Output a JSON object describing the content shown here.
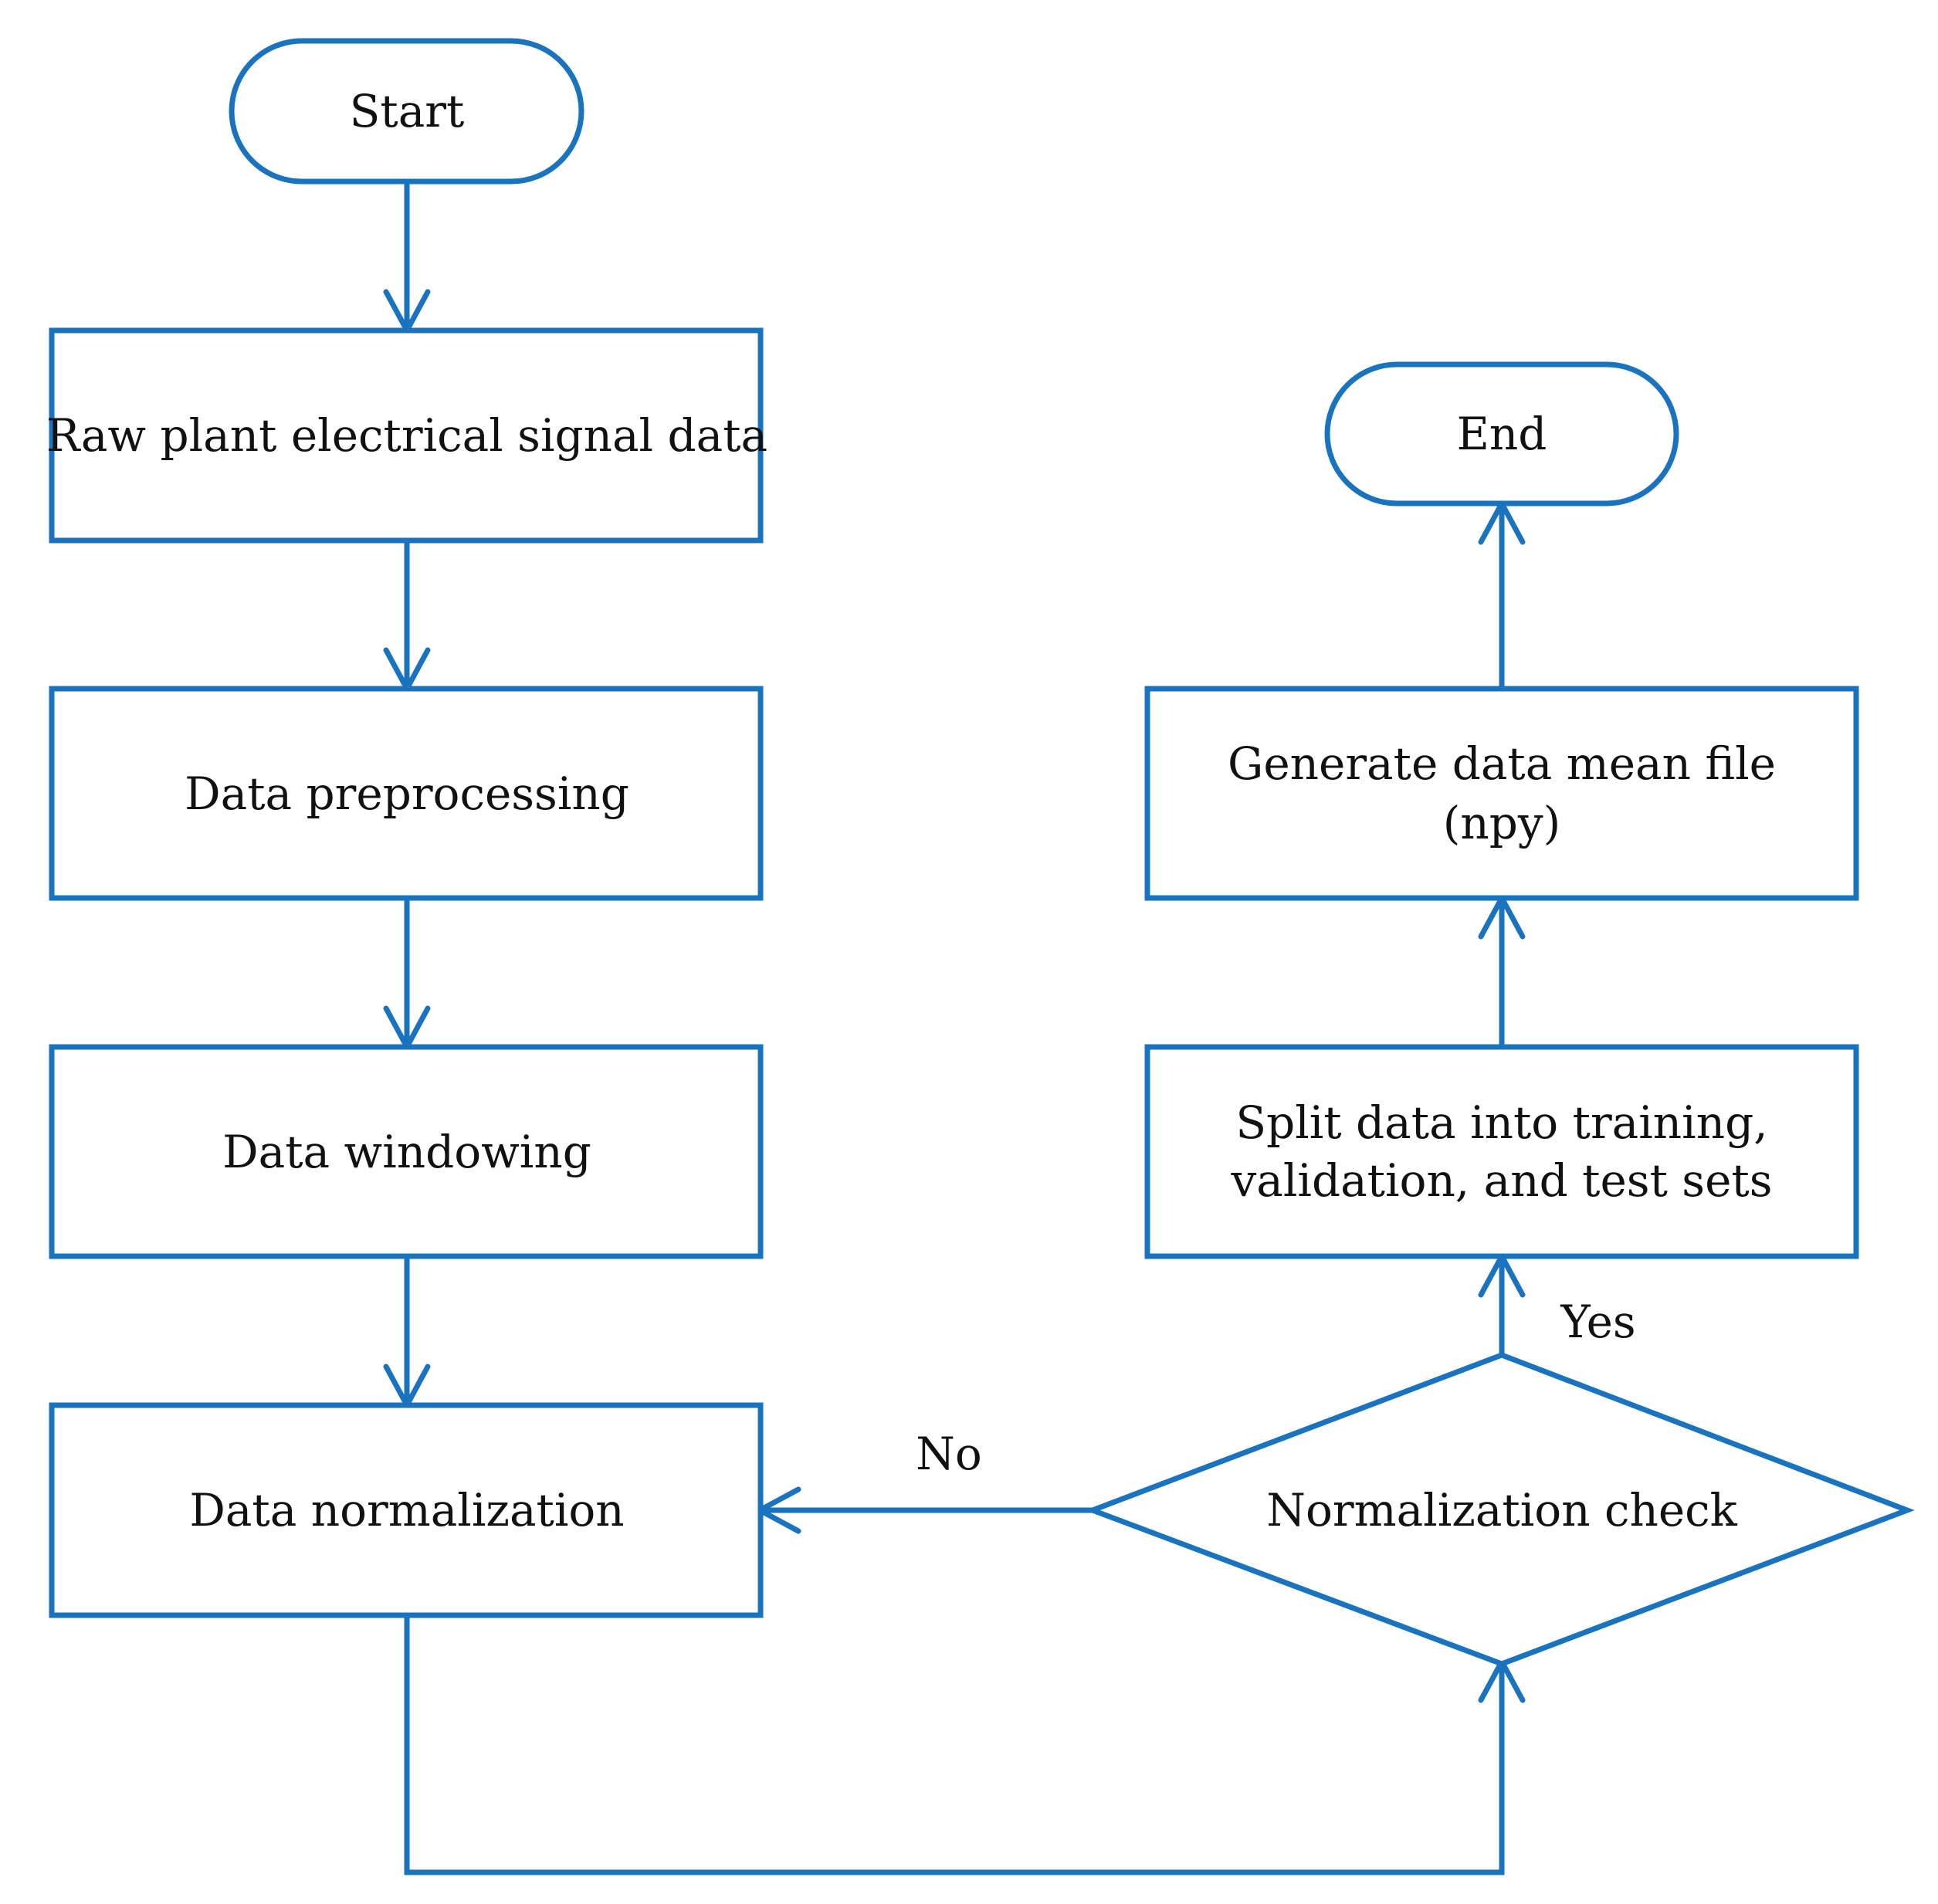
{
  "diagram": {
    "type": "flowchart",
    "accent_color": "#1a73be",
    "nodes": {
      "start": {
        "shape": "terminator",
        "text": "Start"
      },
      "raw": {
        "shape": "process",
        "text": "Raw plant electrical signal data"
      },
      "preprocessing": {
        "shape": "process",
        "text": "Data preprocessing"
      },
      "windowing": {
        "shape": "process",
        "text": "Data windowing"
      },
      "normalization": {
        "shape": "process",
        "text": "Data normalization"
      },
      "check": {
        "shape": "decision",
        "text": "Normalization check"
      },
      "split": {
        "shape": "process",
        "lines": [
          "Split data into training,",
          "validation, and test sets"
        ]
      },
      "mean_file": {
        "shape": "process",
        "lines": [
          "Generate data mean file",
          "(npy)"
        ]
      },
      "end": {
        "shape": "terminator",
        "text": "End"
      }
    },
    "edges": [
      {
        "from": "start",
        "to": "raw"
      },
      {
        "from": "raw",
        "to": "preprocessing"
      },
      {
        "from": "preprocessing",
        "to": "windowing"
      },
      {
        "from": "windowing",
        "to": "normalization"
      },
      {
        "from": "normalization",
        "to": "check"
      },
      {
        "from": "check",
        "to": "normalization",
        "label": "No"
      },
      {
        "from": "check",
        "to": "split",
        "label": "Yes"
      },
      {
        "from": "split",
        "to": "mean_file"
      },
      {
        "from": "mean_file",
        "to": "end"
      }
    ],
    "edge_labels": {
      "no": "No",
      "yes": "Yes"
    }
  }
}
